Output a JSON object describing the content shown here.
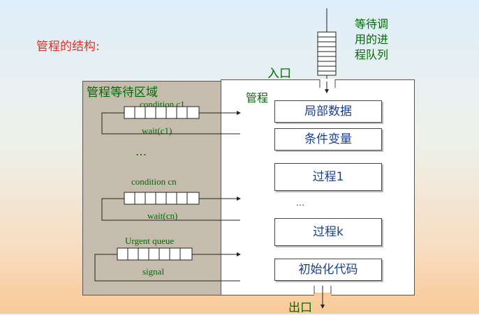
{
  "title": "管程的结构:",
  "queue_label": [
    "等待调",
    "用的进",
    "程队列"
  ],
  "entry_label": "入口",
  "exit_label": "出口",
  "wait_area_title": "管程等待区域",
  "monitor_title": "管程",
  "boxes": [
    "局部数据",
    "条件变量",
    "过程1",
    "过程k",
    "初始化代码"
  ],
  "conditions": {
    "c1": {
      "name": "condition c1",
      "wait": "wait(c1)"
    },
    "cn": {
      "name": "condition cn",
      "wait": "wait(cn)"
    }
  },
  "ellipsis_left": "…",
  "ellipsis_right": "…",
  "urgent": {
    "name": "Urgent queue",
    "signal": "signal"
  },
  "colors": {
    "title": "#e0301e",
    "green_text": "#006a00",
    "box_text": "#1a3e90",
    "wait_area": "#c5bcae"
  }
}
